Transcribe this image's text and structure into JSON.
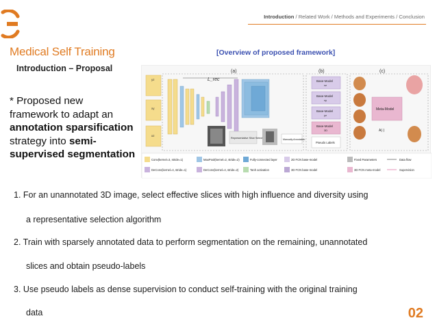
{
  "nav": {
    "active": "Introduction",
    "rest": " / Related Work / Methods and Experiments / Conclusion"
  },
  "title": "Medical Self Training",
  "subtitle": "Introduction – Proposal",
  "proposal": {
    "line1": "* Proposed new",
    "line2": "framework to adapt an",
    "line3_bold": "annotation sparsification",
    "line4": "strategy into ",
    "line4_bold": "semi-",
    "line5_bold": "supervised segmentation"
  },
  "figure": {
    "caption": "[Overview of proposed framework]",
    "panel_a": "(a)",
    "panel_b": "(b)",
    "panel_c": "(c)",
    "loss": "L_rec",
    "rep_label": "Representative Slice Selection",
    "manual_label": "Manually Annotation",
    "base_model": "Base-Model",
    "base_xz": "xz",
    "base_xy": "xy",
    "base_yz": "yz",
    "base_3d": "3D",
    "meta_model": "Meta-Model",
    "pseudo": "Pseudo Labels",
    "a_op": "A(·)",
    "axis_yz": "yz",
    "axis_xy": "xy",
    "axis_xz": "xz",
    "legend": [
      "Conv(kernel=3, stride=1)",
      "MaxPool(kernel=2, stride=2)",
      "Fully-connected layer",
      "2D FCN base-model",
      "Fixed Parameters",
      "Data flow",
      "DeConv(kernel=4, stride=1)",
      "DeConv(kernel=4, stride=2)",
      "Tanh activation",
      "3D FCN base-model",
      "3D FCN meta-model",
      "Supervision"
    ]
  },
  "steps": [
    "1. For an unannotated 3D image, select effective slices with high influence and diversity using",
    "a representative selection algorithm",
    "2. Train with sparsely annotated data to perform segmentation on the remaining, unannotated",
    "slices and obtain pseudo-labels",
    "3. Use pseudo labels as dense supervision to conduct self-training with the original training",
    "data"
  ],
  "page_number": "02",
  "colors": {
    "accent": "#e07b22",
    "caption_blue": "#3a4fb0",
    "conv_yellow": "#f5dc8c",
    "deconv_purple": "#c9b3dd",
    "base_pink": "#e9b7d0",
    "fc_blue": "#9fc6e6"
  }
}
